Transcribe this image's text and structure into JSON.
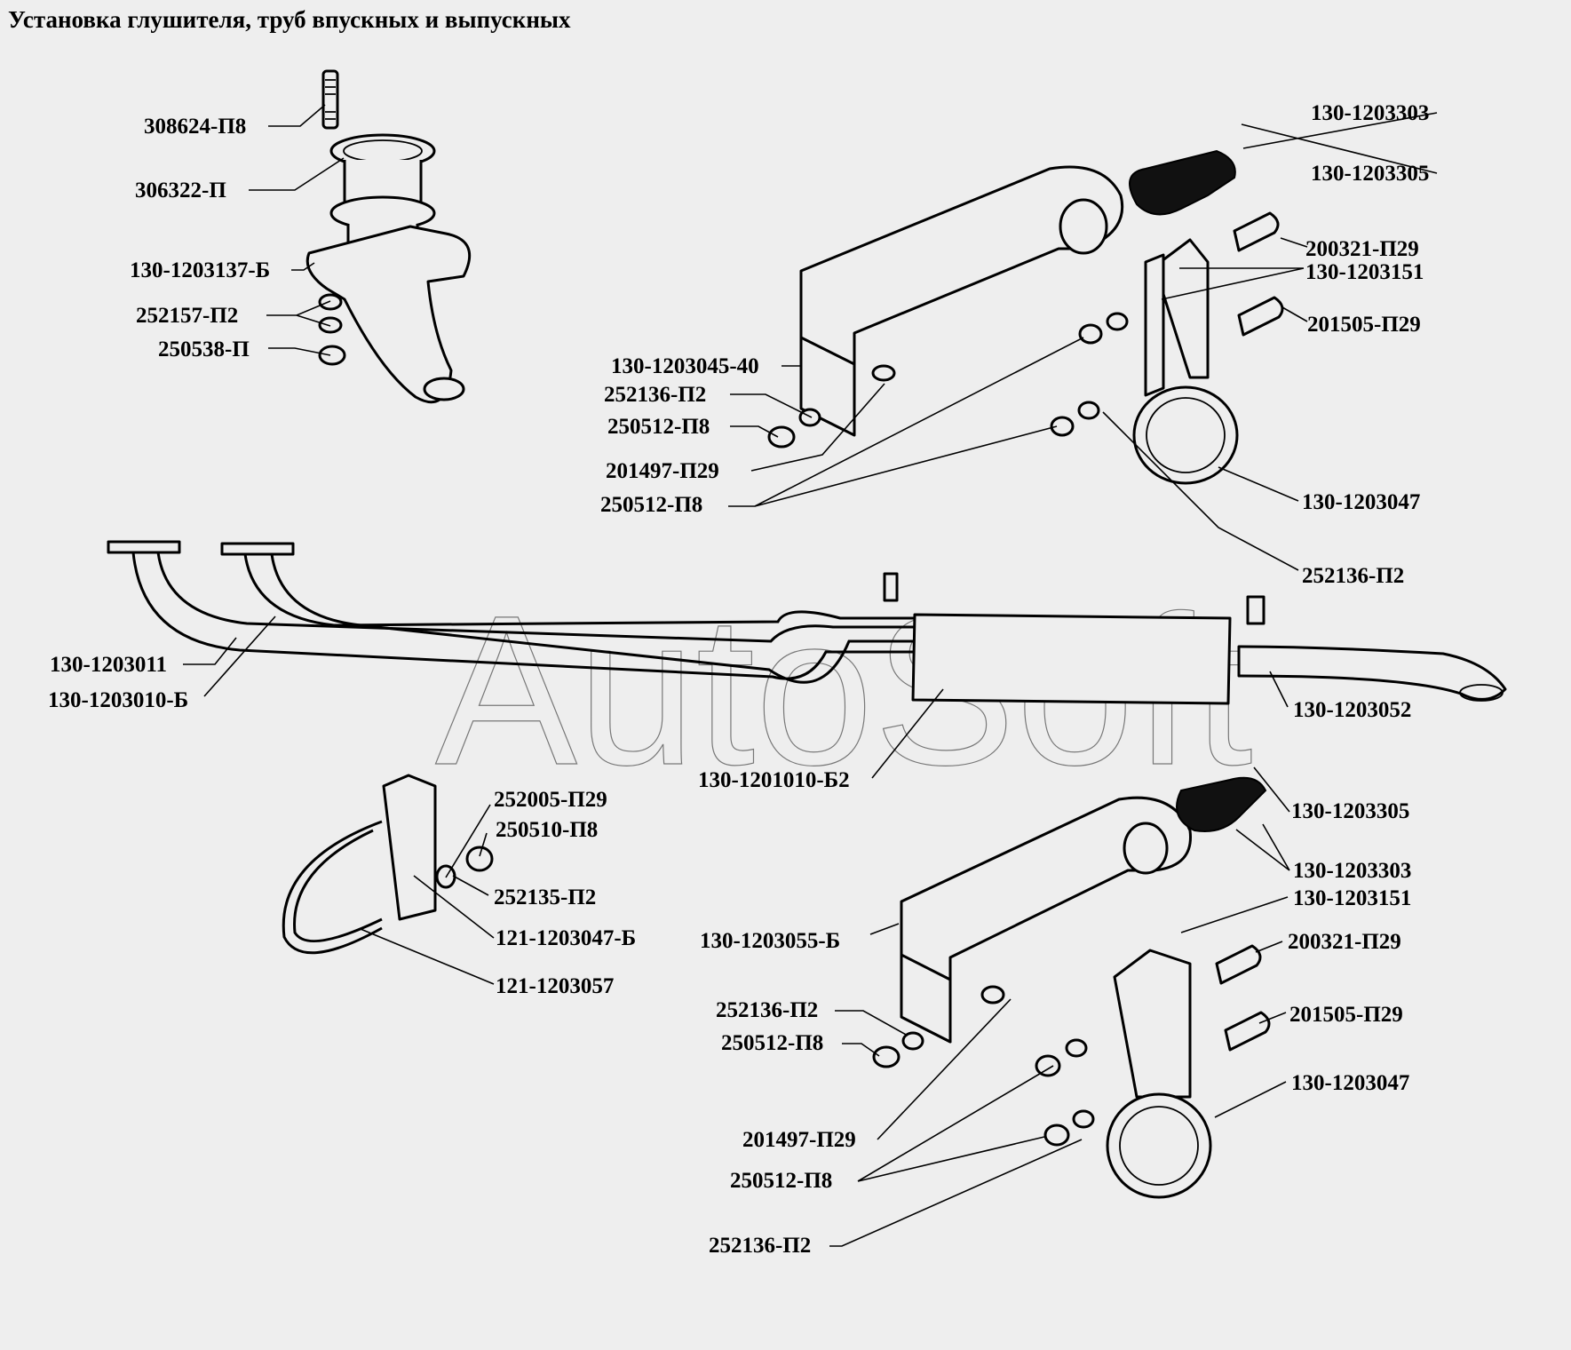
{
  "title": "Установка глушителя, труб впускных и выпускных",
  "watermark": "AutoSoft",
  "colors": {
    "background": "#eeeeee",
    "ink": "#000000",
    "watermark": "#777777"
  },
  "labels": {
    "intake_stud": "308624-П8",
    "intake_gasket": "306322-П",
    "intake_pipe": "130-1203137-Б",
    "intake_washer": "252157-П2",
    "intake_nut": "250538-П",
    "upper_bushing": "130-1203303",
    "upper_bolt_spec": "130-1203305",
    "upper_bolt_a": "200321-П29",
    "upper_strap": "130-1203151",
    "upper_bolt_b": "201505-П29",
    "upper_bracket": "130-1203045-40",
    "upper_lockwasher_a": "252136-П2",
    "upper_nut_a": "250512-П8",
    "upper_bolt_c": "201497-П29",
    "upper_nut_b": "250512-П8",
    "upper_clamp": "130-1203047",
    "upper_lockwasher_b": "252136-П2",
    "pipe_left": "130-1203011",
    "pipe_right": "130-1203010-Б",
    "muffler": "130-1201010-Б2",
    "tailpipe": "130-1203052",
    "saddle_washer": "252005-П29",
    "saddle_nut": "250510-П8",
    "saddle_lockwasher": "252135-П2",
    "saddle_clamp": "121-1203047-Б",
    "saddle_ubolt": "121-1203057",
    "lower_bolt_spec": "130-1203305",
    "lower_bushing": "130-1203303",
    "lower_strap": "130-1203151",
    "lower_bolt_a": "200321-П29",
    "lower_bolt_b": "201505-П29",
    "lower_bracket": "130-1203055-Б",
    "lower_lockwasher_a": "252136-П2",
    "lower_nut_a": "250512-П8",
    "lower_clamp": "130-1203047",
    "lower_bolt_c": "201497-П29",
    "lower_nut_b": "250512-П8",
    "lower_lockwasher_b": "252136-П2"
  }
}
